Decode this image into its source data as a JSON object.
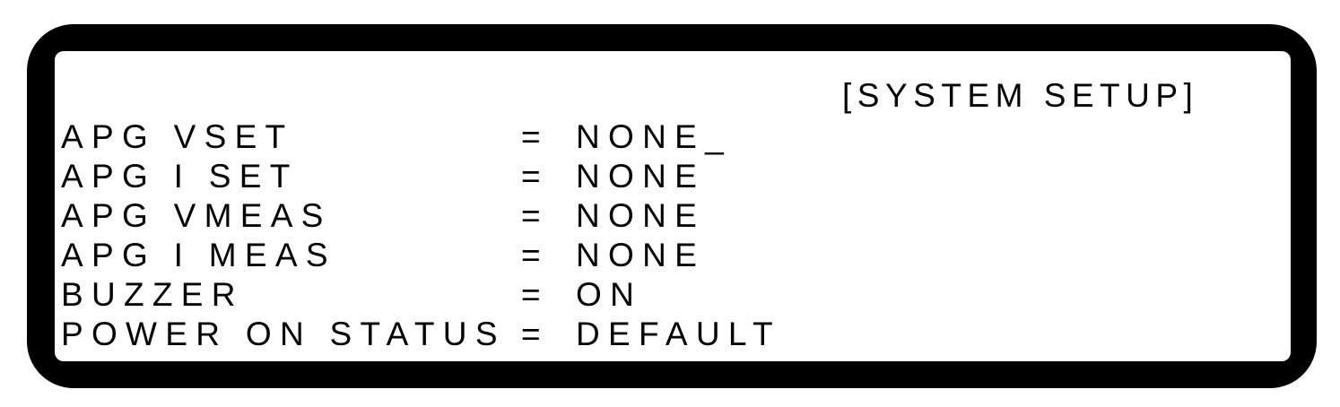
{
  "screen": {
    "title": "[SYSTEM SETUP]",
    "cursor": "_"
  },
  "settings": [
    {
      "label": "APG VSET",
      "eq": "=",
      "value": "NONE"
    },
    {
      "label": "APG I SET",
      "eq": "=",
      "value": "NONE"
    },
    {
      "label": "APG VMEAS",
      "eq": "=",
      "value": "NONE"
    },
    {
      "label": "APG I MEAS",
      "eq": "=",
      "value": "NONE"
    },
    {
      "label": "BUZZER",
      "eq": "=",
      "value": "ON"
    },
    {
      "label": "POWER ON STATUS",
      "eq": "=",
      "value": "DEFAULT"
    }
  ]
}
